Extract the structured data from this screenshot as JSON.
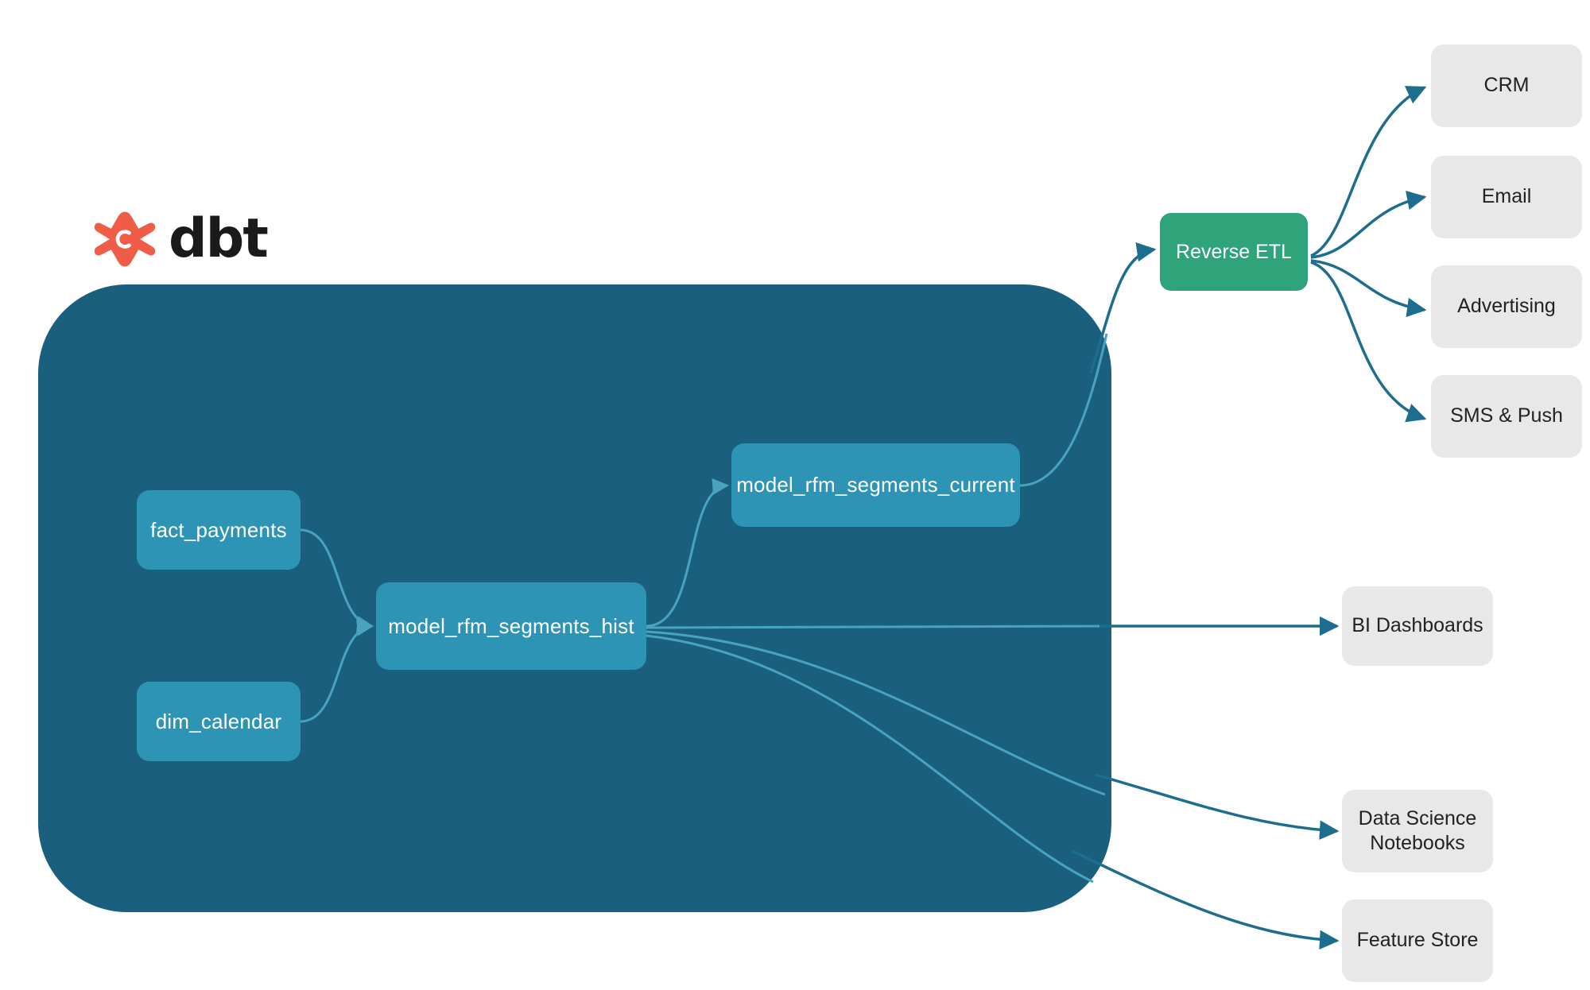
{
  "brand": {
    "logo_icon": "dbt-logo-icon",
    "wordmark": "dbt",
    "logo_color": "#ef5d48",
    "wordmark_color": "#1a1a1a"
  },
  "colors": {
    "project_container": "#1b5f7f",
    "model_node": "#2d94b5",
    "reverse_etl": "#2fa37a",
    "destination": "#e8e8e8",
    "edge_outer": "#1c6d8e",
    "edge_inner": "#3e9cb8",
    "background": "#ffffff"
  },
  "project_container": {
    "name": "dbt-project-boundary",
    "models": [
      {
        "id": "fact_payments",
        "label": "fact_payments"
      },
      {
        "id": "dim_calendar",
        "label": "dim_calendar"
      },
      {
        "id": "model_rfm_segments_hist",
        "label": "model_rfm_segments_hist"
      },
      {
        "id": "model_rfm_segments_current",
        "label": "model_rfm_segments_current"
      }
    ]
  },
  "reverse_etl": {
    "label": "Reverse ETL"
  },
  "activation_destinations": [
    {
      "id": "crm",
      "label": "CRM"
    },
    {
      "id": "email",
      "label": "Email"
    },
    {
      "id": "advertising",
      "label": "Advertising"
    },
    {
      "id": "sms_push",
      "label": "SMS & Push"
    }
  ],
  "analytics_destinations": [
    {
      "id": "bi_dashboards",
      "label": "BI Dashboards"
    },
    {
      "id": "data_science_notebooks",
      "label": "Data Science\nNotebooks",
      "line1": "Data Science",
      "line2": "Notebooks"
    },
    {
      "id": "feature_store",
      "label": "Feature Store"
    }
  ],
  "edges": [
    {
      "from": "fact_payments",
      "to": "model_rfm_segments_hist",
      "style": "inner"
    },
    {
      "from": "dim_calendar",
      "to": "model_rfm_segments_hist",
      "style": "inner"
    },
    {
      "from": "model_rfm_segments_hist",
      "to": "model_rfm_segments_current",
      "style": "inner"
    },
    {
      "from": "model_rfm_segments_current",
      "to": "reverse_etl",
      "style": "outer"
    },
    {
      "from": "model_rfm_segments_hist",
      "to": "bi_dashboards",
      "style": "outer"
    },
    {
      "from": "model_rfm_segments_hist",
      "to": "data_science_notebooks",
      "style": "outer"
    },
    {
      "from": "model_rfm_segments_hist",
      "to": "feature_store",
      "style": "outer"
    },
    {
      "from": "reverse_etl",
      "to": "crm",
      "style": "outer"
    },
    {
      "from": "reverse_etl",
      "to": "email",
      "style": "outer"
    },
    {
      "from": "reverse_etl",
      "to": "advertising",
      "style": "outer"
    },
    {
      "from": "reverse_etl",
      "to": "sms_push",
      "style": "outer"
    }
  ]
}
